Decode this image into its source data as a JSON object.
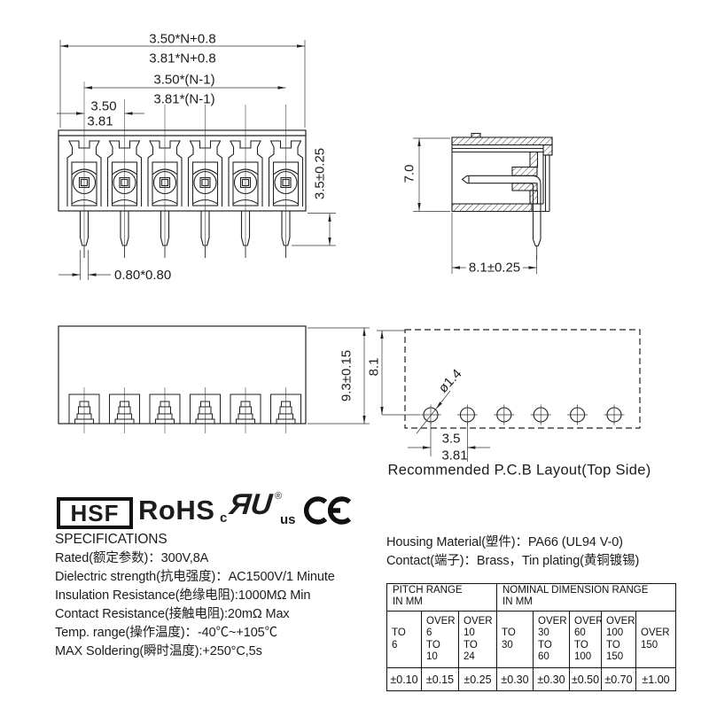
{
  "front_view": {
    "dim_total_a": "3.50*N+0.8",
    "dim_total_b": "3.81*N+0.8",
    "dim_span_a": "3.50*(N-1)",
    "dim_span_b": "3.81*(N-1)",
    "dim_pitch_a": "3.50",
    "dim_pitch_b": "3.81",
    "dim_pin_length": "3.5±0.25",
    "dim_pin_size": "0.80*0.80",
    "positions": 6
  },
  "side_view": {
    "dim_height": "7.0",
    "dim_depth": "8.1±0.25"
  },
  "bottom_view": {
    "dim_height": "9.3±0.15",
    "positions": 6
  },
  "pcb_layout": {
    "dim_row_offset": "8.1",
    "dim_hole_dia": "ø1.4",
    "dim_pitch_a": "3.5",
    "dim_pitch_b": "3.81",
    "holes": 6,
    "caption": "Recommended P.C.B Layout(Top Side)"
  },
  "certifications": {
    "hsf": "HSF",
    "rohs": "RoHS",
    "ul_c": "c",
    "ul_mark": "ЯU",
    "ul_registered": "®",
    "ul_us": "us",
    "ce": "CE"
  },
  "specifications": {
    "title": "SPECIFICATIONS",
    "lines": [
      "Rated(额定参数)：300V,8A",
      "Dielectric strength(抗电强度)：AC1500V/1 Minute",
      "Insulation Resistance(绝缘电阻):1000MΩ Min",
      "Contact Resistance(接触电阻):20mΩ Max",
      "Temp. range(操作温度)：-40℃~+105℃",
      "MAX Soldering(瞬时温度):+250°C,5s"
    ]
  },
  "materials": {
    "housing": "Housing Material(塑件)：PA66 (UL94 V-0)",
    "contact": "Contact(端子)：Brass，Tin plating(黄铜镀锡)"
  },
  "tolerance_table": {
    "group_headers": [
      {
        "label": "PITCH RANGE\nIN MM",
        "span": 3
      },
      {
        "label": "NOMINAL DIMENSION RANGE\nIN MM",
        "span": 5
      }
    ],
    "range_cells": [
      "TO\n6",
      "OVER\n6\nTO\n10",
      "OVER\n10\nTO\n24",
      "TO\n30",
      "OVER\n30\nTO\n60",
      "OVER\n60\nTO\n100",
      "OVER\n100\nTO\n150",
      "OVER\n150"
    ],
    "tolerance_cells": [
      "±0.10",
      "±0.15",
      "±0.25",
      "±0.30",
      "±0.30",
      "±0.50",
      "±0.70",
      "±1.00"
    ]
  }
}
